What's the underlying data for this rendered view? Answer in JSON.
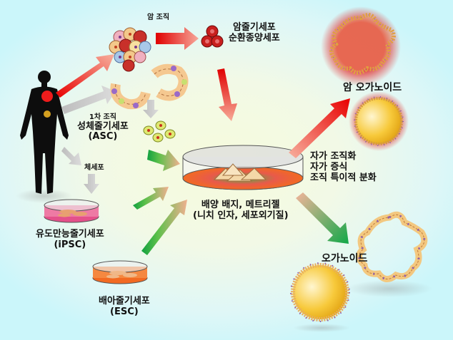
{
  "figure": {
    "title": "Organoid generation from stem cells and tissues",
    "colors": {
      "tumor_red": "#e51e1e",
      "normal_green": "#1ea84a",
      "gray_arrow": "#c8c8c8",
      "dish_pink": "#e8608c",
      "dish_orange": "#f26a22",
      "lumen_yellow": "#f5c02a",
      "cell_purple": "#8e5ab5"
    }
  },
  "sources": {
    "tumor_tissue": "암 조직",
    "cancer_stem_cells_line1": "암줄기세포",
    "cancer_stem_cells_line2": "순환종양세포",
    "primary_tissue": "1차 조직",
    "adult_stem_cell": "성체줄기세포",
    "adult_stem_cell_abbr": "(ASC)",
    "somatic_cell": "체세포",
    "ipsc": "유도만능줄기세포",
    "ipsc_abbr": "(iPSC)",
    "esc": "배아줄기세포",
    "esc_abbr": "(ESC)"
  },
  "culture": {
    "line1": "배양 배지, 메트리젤",
    "line2": "(니치 인자, 세포외기질)"
  },
  "process": {
    "line1": "자가 조직화",
    "line2": "자가 증식",
    "line3": "조직 특이적 분화"
  },
  "outputs": {
    "cancer_organoid": "암 오가노이드",
    "organoid": "오가노이드"
  }
}
